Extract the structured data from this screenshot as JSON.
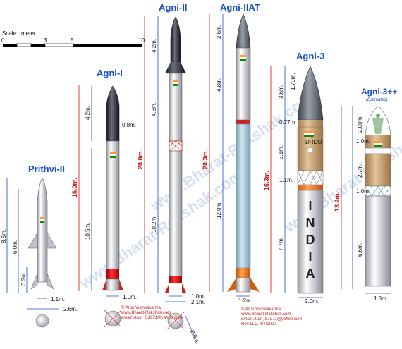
{
  "scale": {
    "label": "Scale:",
    "unit": "meter",
    "ticks": [
      "0",
      "3",
      "5",
      "10"
    ]
  },
  "watermark": "www.Bharat-Rakshak.com",
  "missiles": [
    {
      "name": "Prithvi-II",
      "dims": [
        "8.6m.",
        "6.0m.",
        "3.2m.",
        "1.1m.",
        "2.6m."
      ]
    },
    {
      "name": "Agni-I",
      "dims": [
        "15.0m.",
        "4.2m.",
        "0.8m.",
        "10.5m.",
        "1.0m."
      ]
    },
    {
      "name": "Agni-II",
      "dims": [
        "20.0m.",
        "4.2m.",
        "4.8m.",
        "10.2m.",
        "1.0m.",
        "2.1m.",
        "2.9m."
      ]
    },
    {
      "name": "Agni-IIAT",
      "dims": [
        "20.3m.",
        "2.6m.",
        "4.8m.",
        "12.0m.",
        "1.2m."
      ]
    },
    {
      "name": "Agni-3",
      "dims": [
        "16.3m.",
        "3.6m.",
        "1.70m.",
        "0.77m.",
        "3.1m.",
        "1.1m.",
        "7.7m.",
        "2.0m."
      ],
      "body_text": [
        "I",
        "N",
        "D",
        "I",
        "A"
      ],
      "badge": "DRDO"
    },
    {
      "name": "Agni-3++",
      "subtitle": "(Estimated)",
      "dims": [
        "13.4m.",
        "2.00m.",
        "1.0m.",
        "2.7m.",
        "1.0m.",
        "6.6m.",
        "1.8m."
      ]
    }
  ],
  "credits": [
    {
      "lines": [
        "© Arun Vishwakarma",
        "www.Bharat-Rakshak.com",
        "email: Arun_S1971@yahoo.com"
      ]
    },
    {
      "lines": [
        "© Arun Vishwakarma",
        "www.Bharat-Rakshak.com",
        "email: Arun_S1971@yahoo.com",
        "Rev.11.2,    4/7/2007"
      ]
    }
  ]
}
